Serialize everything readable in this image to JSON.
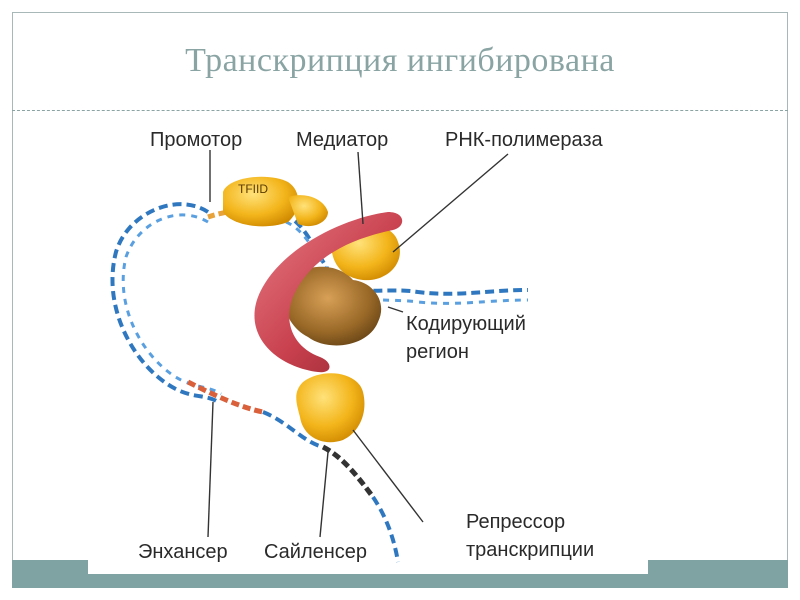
{
  "slide": {
    "title": "Транскрипция ингибирована"
  },
  "diagram": {
    "labels": {
      "promoter": "Промотор",
      "mediator": "Медиатор",
      "rna_polymerase": "РНК-полимераза",
      "tfiid": "TFIID",
      "coding_region_line1": "Кодирующий",
      "coding_region_line2": "регион",
      "repressor_line1": "Репрессор",
      "repressor_line2": "транскрипции",
      "enhancer": "Энхансер",
      "silencer": "Сайленсер"
    },
    "colors": {
      "dna": "#2f78c0",
      "enhancer": "#d9603a",
      "silencer": "#333333",
      "protein": "#f3b51b",
      "polymerase_red": "#c8404d",
      "brown": "#9b6a28",
      "frame": "#7fa3a2"
    }
  }
}
